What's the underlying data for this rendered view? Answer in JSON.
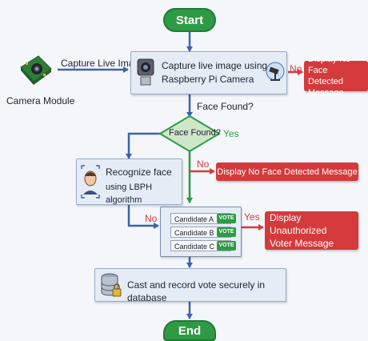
{
  "start_label": "Start",
  "end_label": "End",
  "camera_module_label": "Camera Module",
  "capture_arrow_label": "Capture Live Image",
  "capture_step": {
    "line1": "Capture live image using",
    "line2": "Raspberry Pi Camera"
  },
  "no_label_1": "No",
  "no_face_msg_1": {
    "line1": "Display No Face",
    "line2": "Detected Message"
  },
  "face_found_label": "Face Found?",
  "decision_label": "Face Found?",
  "yes_label_1": "Yes",
  "recognize_step": {
    "line1": "Recognize face",
    "line2": "using LBPH algorithm"
  },
  "no_label_2": "No",
  "no_face_msg_2": "Display No Face Detected Message",
  "no_label_3": "No",
  "yes_label_2": "Yes",
  "candidates": [
    {
      "name": "Candidate A",
      "vote": "VOTE"
    },
    {
      "name": "Candidate B",
      "vote": "VOTE"
    },
    {
      "name": "Candidate C",
      "vote": "VOTE"
    }
  ],
  "unauthorized_msg": {
    "line1": "Display Unauthorized",
    "line2": "Voter Message"
  },
  "cast_step": "Cast and record vote securely in database",
  "colors": {
    "green": "#2e9a45",
    "red": "#d43a3c",
    "blue_arrow": "#3a63b0",
    "box_fill": "#e6ecf6"
  }
}
